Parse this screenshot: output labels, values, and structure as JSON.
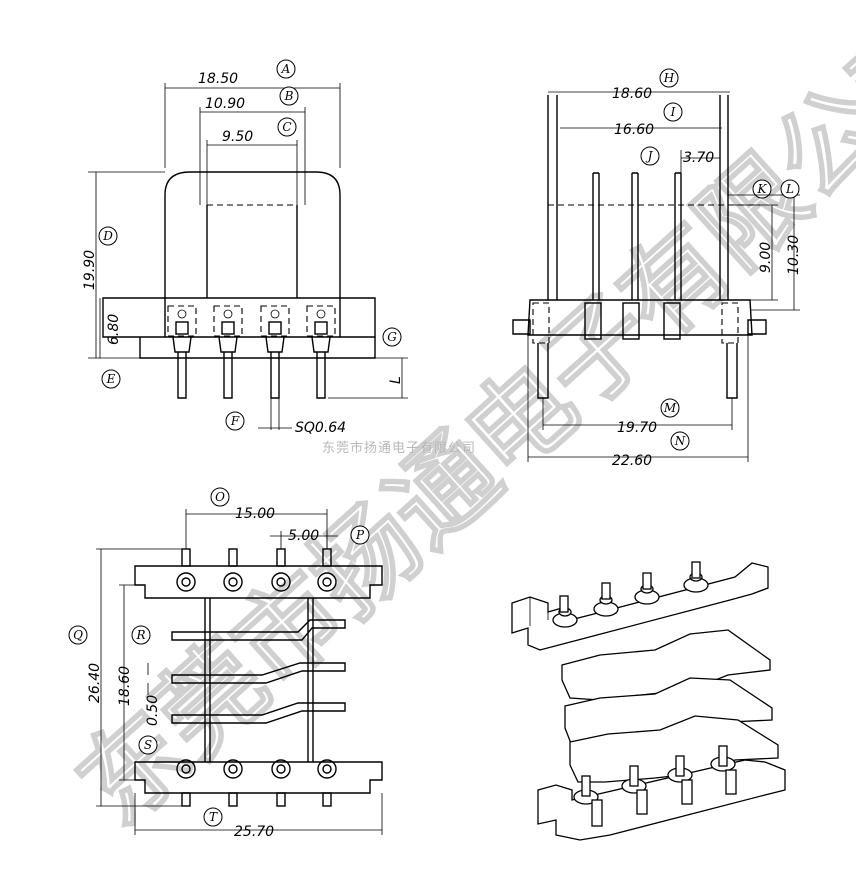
{
  "watermark": {
    "large_text": "东莞市扬通电子有限公司",
    "small_text": "东莞市扬通电子有限公司"
  },
  "front_view": {
    "dims": {
      "a": "18.50",
      "b": "10.90",
      "c": "9.50",
      "d": "19.90",
      "e": "6.80",
      "l": "L",
      "pin": "SQ0.64"
    },
    "labels": {
      "a": "A",
      "b": "B",
      "c": "C",
      "d": "D",
      "e": "E",
      "f": "F",
      "g": "G"
    }
  },
  "side_view": {
    "dims": {
      "h": "18.60",
      "i": "16.60",
      "j": "3.70",
      "k": "9.00",
      "l": "10.30",
      "m": "19.70",
      "n": "22.60"
    },
    "labels": {
      "h": "H",
      "i": "I",
      "j": "J",
      "k": "K",
      "l": "L",
      "m": "M",
      "n": "N"
    }
  },
  "bottom_view": {
    "dims": {
      "o": "15.00",
      "p": "5.00",
      "q": "26.40",
      "r": "18.60",
      "s": "0.50",
      "t": "25.70"
    },
    "labels": {
      "o": "O",
      "p": "P",
      "q": "Q",
      "r": "R",
      "s": "S",
      "t": "T"
    }
  }
}
